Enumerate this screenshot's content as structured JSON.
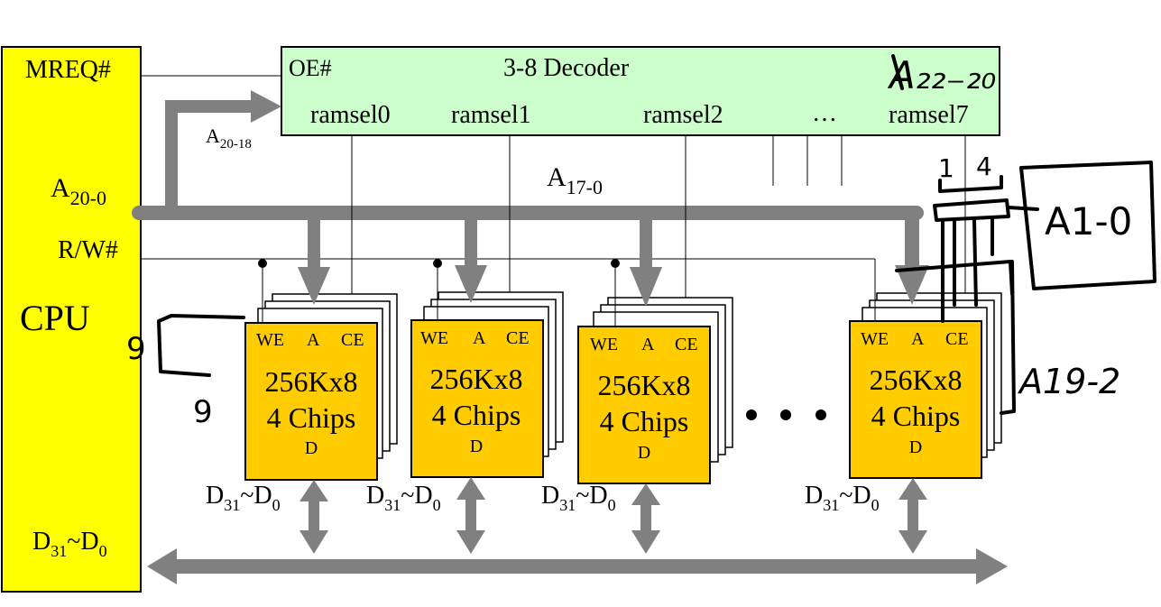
{
  "cpu": {
    "label": "CPU",
    "pins": {
      "mreq": "MREQ#",
      "addr_main": "A",
      "addr_sub": "20-0",
      "rw": "R/W#",
      "data_main": "D",
      "data_sub1": "31",
      "data_tilde": "~D",
      "data_sub2": "0"
    }
  },
  "decoder": {
    "title": "3-8 Decoder",
    "oe": "OE#",
    "outputs": [
      "ramsel0",
      "ramsel1",
      "ramsel2",
      "…",
      "ramsel7"
    ]
  },
  "decoder_input": {
    "main": "A",
    "sub": "20-18"
  },
  "bus_label": {
    "main": "A",
    "sub": "17-0"
  },
  "modules": [
    {
      "we": "WE",
      "a": "A",
      "ce": "CE",
      "cap": "256Kx8",
      "chips": "4 Chips",
      "d": "D"
    },
    {
      "we": "WE",
      "a": "A",
      "ce": "CE",
      "cap": "256Kx8",
      "chips": "4 Chips",
      "d": "D"
    },
    {
      "we": "WE",
      "a": "A",
      "ce": "CE",
      "cap": "256Kx8",
      "chips": "4 Chips",
      "d": "D"
    },
    {
      "we": "WE",
      "a": "A",
      "ce": "CE",
      "cap": "256Kx8",
      "chips": "4 Chips",
      "d": "D"
    }
  ],
  "module_data_label": {
    "main": "D",
    "sub1": "31",
    "tilde": "~D",
    "sub2": "0"
  },
  "handwritten": {
    "a22_20": "A₂₂₋₂₀",
    "a1_0": "A1-0",
    "a19_2": "A19-2",
    "n4": "4",
    "nine_left": "9",
    "nine_bottom": "9",
    "n1": "1"
  },
  "colors": {
    "cpu_fill": "#ffff00",
    "decoder_fill": "#ccffcc",
    "module_fill": "#ffcc00",
    "bus": "#808080"
  }
}
